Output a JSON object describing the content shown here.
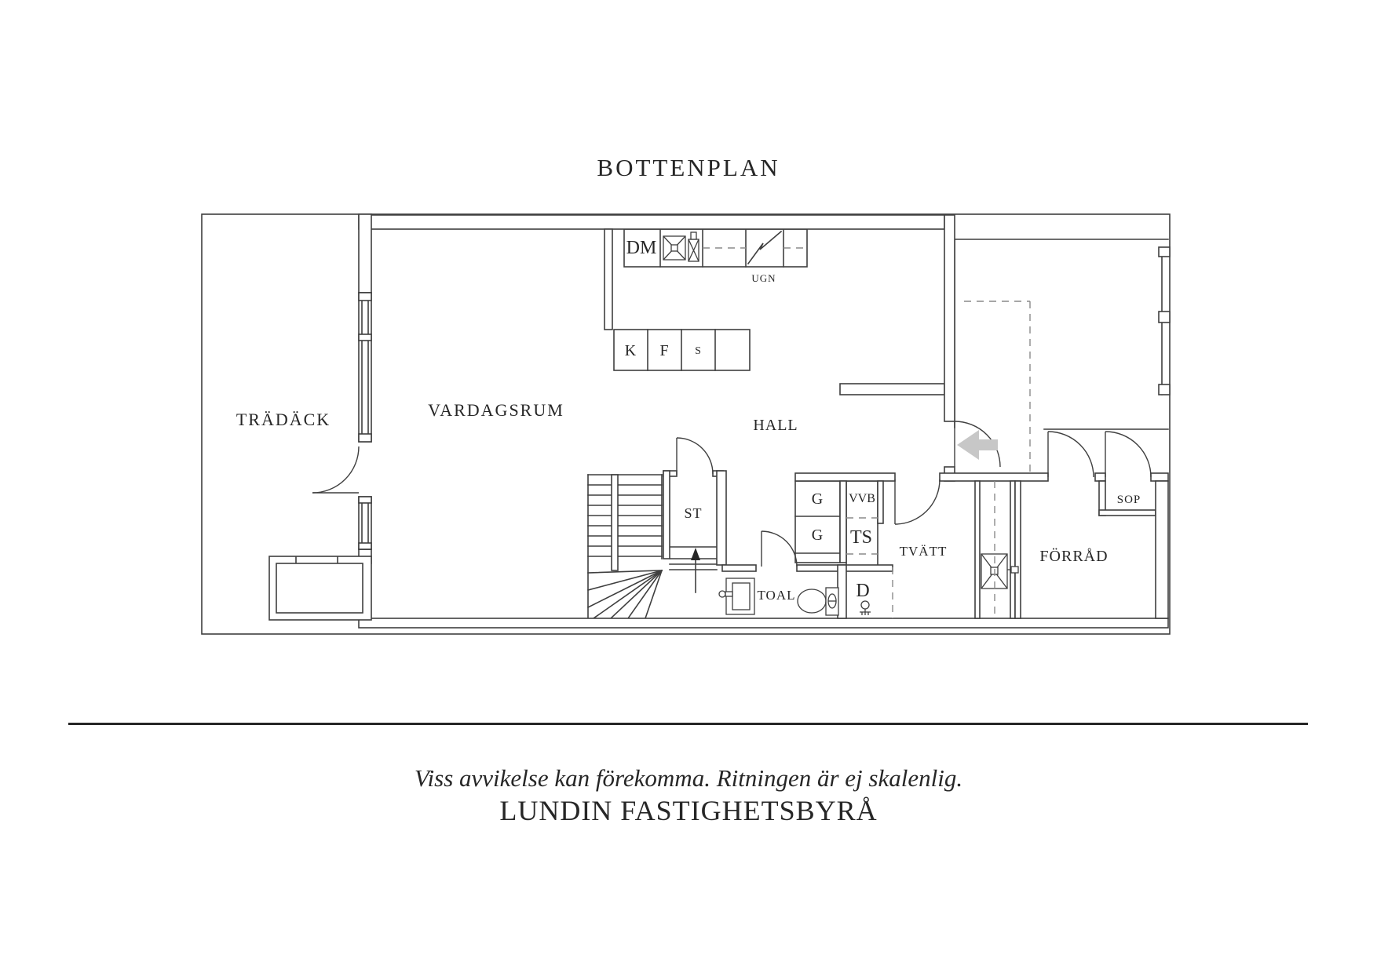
{
  "title": "BOTTENPLAN",
  "plan": {
    "rooms": {
      "deck": "TRÄDÄCK",
      "living_room": "VARDAGSRUM",
      "hall": "HALL",
      "closet": "ST",
      "toilet": "TOAL",
      "shower": "D",
      "laundry": "TVÄTT",
      "storage": "FÖRRÅD",
      "waste": "SOP"
    },
    "labels": {
      "dishwasher": "DM",
      "oven": "UGN",
      "cabinet_k": "K",
      "cabinet_f": "F",
      "cabinet_s": "S",
      "wardrobe_top": "G",
      "wardrobe_bottom": "G",
      "water_heater": "VVB",
      "drying_cabinet": "TS"
    }
  },
  "footer": {
    "disclaimer": "Viss avvikelse kan förekomma. Ritningen är ej skalenlig.",
    "brand": "LUNDIN FASTIGHETSBYRÅ"
  },
  "colors": {
    "wall": "#3f3f3f",
    "text": "#262626",
    "dash": "#8a8a8a",
    "arrow_fill": "#c7c7c7",
    "arrow_stroke": "#909090",
    "background": "#ffffff"
  }
}
